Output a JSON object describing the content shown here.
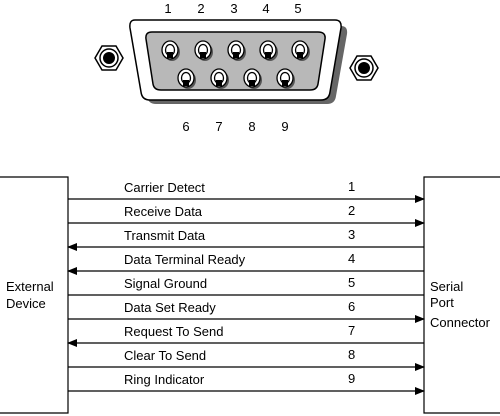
{
  "connector": {
    "top_pins": [
      "1",
      "2",
      "3",
      "4",
      "5"
    ],
    "bottom_pins": [
      "6",
      "7",
      "8",
      "9"
    ]
  },
  "external_device": {
    "line1": "External",
    "line2": "Device"
  },
  "serial_port": {
    "line1": "Serial",
    "line2": "Port",
    "line3": "Connector"
  },
  "signals": [
    {
      "name": "Carrier Detect",
      "pin": "1",
      "direction": "right"
    },
    {
      "name": "Receive Data",
      "pin": "2",
      "direction": "right"
    },
    {
      "name": "Transmit Data",
      "pin": "3",
      "direction": "left"
    },
    {
      "name": "Data Terminal Ready",
      "pin": "4",
      "direction": "left"
    },
    {
      "name": "Signal Ground",
      "pin": "5",
      "direction": "none"
    },
    {
      "name": "Data Set Ready",
      "pin": "6",
      "direction": "right"
    },
    {
      "name": "Request To Send",
      "pin": "7",
      "direction": "left"
    },
    {
      "name": "Clear To Send",
      "pin": "8",
      "direction": "right"
    },
    {
      "name": "Ring Indicator",
      "pin": "9",
      "direction": "right"
    }
  ]
}
